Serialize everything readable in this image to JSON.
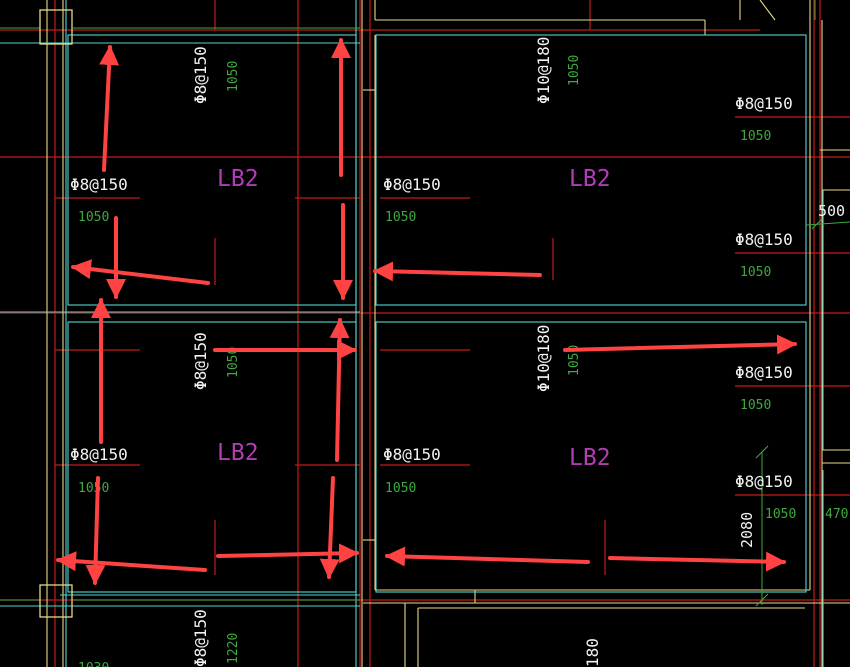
{
  "colors": {
    "background": "#000000",
    "red_line": "#c41a1a",
    "cyan_line": "#4fd7d1",
    "yellow_line": "#e6d78a",
    "green_line": "#3ea83e",
    "white_text": "#f2f2f2",
    "green_text": "#3fa83f",
    "magenta_text": "#b23cb4",
    "arrow_red": "#ff4242"
  },
  "labels": {
    "rebar_150": "Φ8@150",
    "rebar_180": "Φ10@180",
    "len_1050": "1050",
    "len_1220": "1220",
    "len_1030": "1030",
    "slab_lb2": "LB2",
    "dim_500": "500",
    "dim_470": "470",
    "dim_2080": "2080",
    "partial_180": "180"
  },
  "icons": {
    "arrow": "red-arrow-icon",
    "column": "column-square-icon"
  }
}
